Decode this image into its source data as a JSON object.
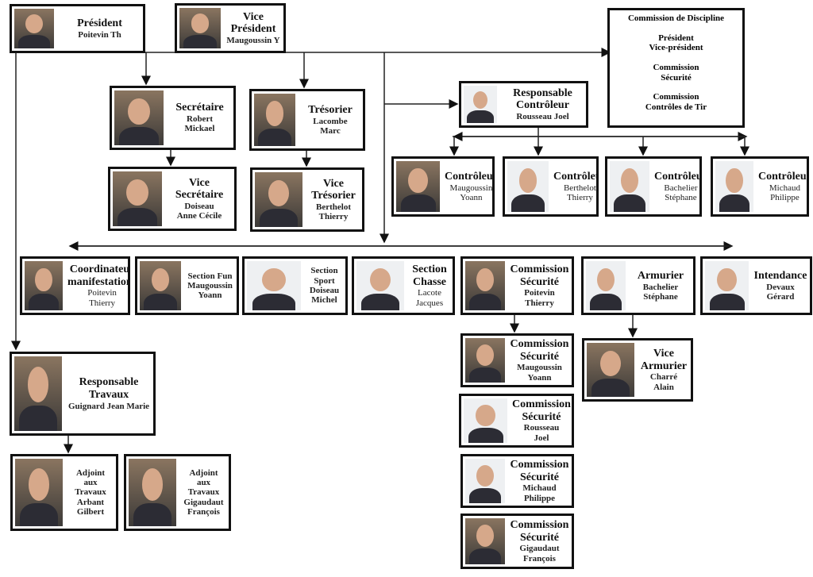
{
  "discipline": {
    "title": "Commission de Discipline",
    "lines": [
      "Président",
      "Vice-président",
      "",
      "Commission",
      "Sécurité",
      "",
      "Commission",
      "Contrôles de Tir"
    ]
  },
  "nodes": [
    {
      "id": "president",
      "title": [
        "Président"
      ],
      "name": [
        "Poitevin Th"
      ]
    },
    {
      "id": "vice-president",
      "title": [
        "Vice",
        "Président"
      ],
      "name": [
        "Maugoussin Y"
      ]
    },
    {
      "id": "secretaire",
      "title": [
        "Secrétaire"
      ],
      "name": [
        "Robert",
        "Mickael"
      ]
    },
    {
      "id": "tresorier",
      "title": [
        "Trésorier"
      ],
      "name": [
        "Lacombe",
        "Marc"
      ]
    },
    {
      "id": "vice-secretaire",
      "title": [
        "Vice",
        "Secrétaire"
      ],
      "name": [
        "Doiseau",
        "Anne Cécile"
      ]
    },
    {
      "id": "vice-tresorier",
      "title": [
        "Vice",
        "Trésorier"
      ],
      "name": [
        "Berthelot",
        "Thierry"
      ]
    },
    {
      "id": "responsable-controleur",
      "title": [
        "Responsable",
        "Contrôleur"
      ],
      "name": [
        "Rousseau Joel"
      ]
    },
    {
      "id": "controleur-1",
      "title": [
        "Contrôleur"
      ],
      "name": [
        "Maugoussin",
        "Yoann"
      ]
    },
    {
      "id": "controleur-2",
      "title": [
        "Contrôleur"
      ],
      "name": [
        "Berthelot",
        "Thierry"
      ]
    },
    {
      "id": "controleur-3",
      "title": [
        "Contrôleur"
      ],
      "name": [
        "Bachelier",
        "Stéphane"
      ]
    },
    {
      "id": "controleur-4",
      "title": [
        "Contrôleur"
      ],
      "name": [
        "Michaud",
        "Philippe"
      ]
    },
    {
      "id": "coordinateur",
      "title": [
        "Coordinateur",
        "manifestations"
      ],
      "name": [
        "Poitevin",
        "Thierry"
      ]
    },
    {
      "id": "section-fun",
      "title": [
        "Section Fun",
        "Maugoussin",
        "Yoann"
      ],
      "name": []
    },
    {
      "id": "section-sport",
      "title": [
        "Section",
        "Sport",
        "Doiseau",
        "Michel"
      ],
      "name": []
    },
    {
      "id": "section-chasse",
      "title": [
        "Section",
        "Chasse"
      ],
      "name": [
        "Lacote",
        "Jacques"
      ]
    },
    {
      "id": "commission-securite-1",
      "title": [
        "Commission",
        "Sécurité"
      ],
      "name": [
        "Poitevin",
        "Thierry"
      ]
    },
    {
      "id": "armurier",
      "title": [
        "Armurier"
      ],
      "name": [
        "Bachelier",
        "Stéphane"
      ]
    },
    {
      "id": "intendance",
      "title": [
        "Intendance"
      ],
      "name": [
        "Devaux",
        "Gérard"
      ]
    },
    {
      "id": "commission-securite-2",
      "title": [
        "Commission",
        "Sécurité"
      ],
      "name": [
        "Maugoussin",
        "Yoann"
      ]
    },
    {
      "id": "vice-armurier",
      "title": [
        "Vice",
        "Armurier"
      ],
      "name": [
        "Charré",
        "Alain"
      ]
    },
    {
      "id": "commission-securite-3",
      "title": [
        "Commission",
        "Sécurité"
      ],
      "name": [
        "Rousseau",
        "Joel"
      ]
    },
    {
      "id": "commission-securite-4",
      "title": [
        "Commission",
        "Sécurité"
      ],
      "name": [
        "Michaud",
        "Philippe"
      ]
    },
    {
      "id": "commission-securite-5",
      "title": [
        "Commission",
        "Sécurité"
      ],
      "name": [
        "Gigaudaut",
        "François"
      ]
    },
    {
      "id": "responsable-travaux",
      "title": [
        "Responsable",
        "Travaux"
      ],
      "name": [
        "Guignard Jean Marie"
      ]
    },
    {
      "id": "adjoint-travaux-1",
      "title": [
        "Adjoint",
        "aux",
        "Travaux"
      ],
      "name": [
        "Arbant",
        "Gilbert"
      ]
    },
    {
      "id": "adjoint-travaux-2",
      "title": [
        "Adjoint",
        "aux",
        "Travaux"
      ],
      "name": [
        "Gigaudaut",
        "François"
      ]
    }
  ]
}
